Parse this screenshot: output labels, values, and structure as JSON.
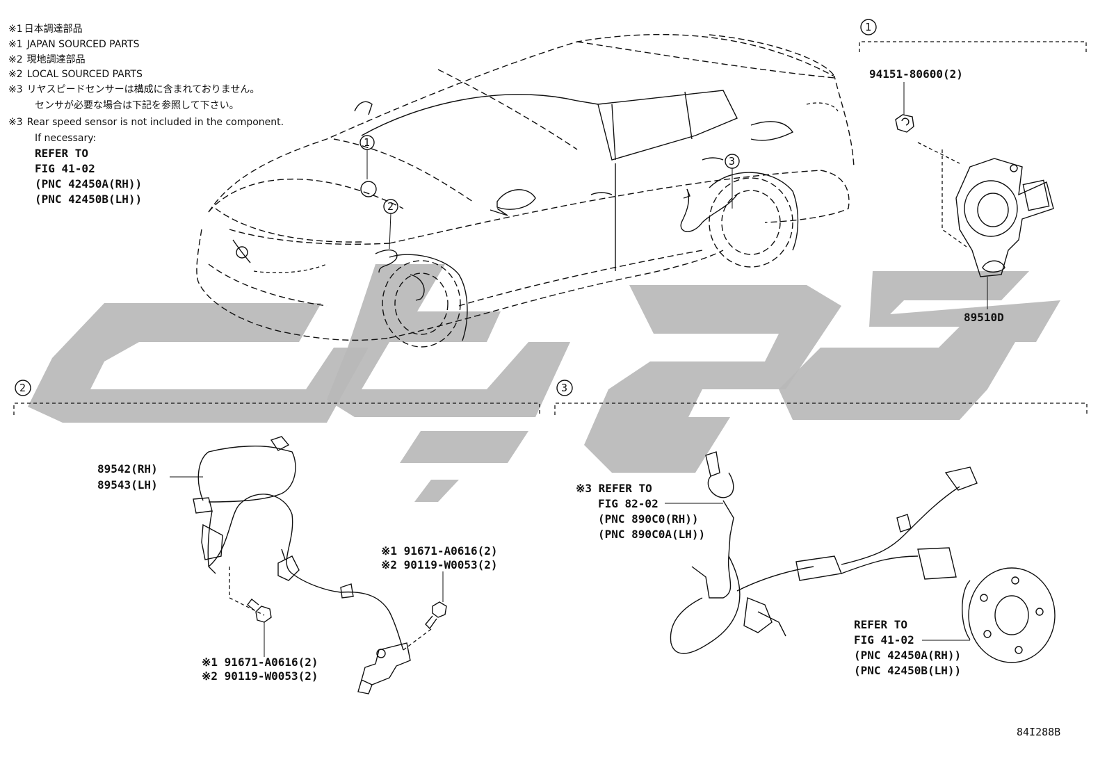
{
  "notes": [
    {
      "mark": "※1",
      "text": "日本調達部品"
    },
    {
      "mark": "※1",
      "text": "JAPAN SOURCED PARTS"
    },
    {
      "mark": "※2",
      "text": "現地調達部品"
    },
    {
      "mark": "※2",
      "text": "LOCAL SOURCED PARTS"
    },
    {
      "mark": "※3",
      "text": "リヤスピードセンサーは構成に含まれておりません。"
    },
    {
      "mark": "",
      "text": "センサが必要な場合は下記を参照して下さい。"
    },
    {
      "mark": "※3",
      "text": "Rear speed sensor is not included in the component."
    },
    {
      "mark": "",
      "text": "If necessary:"
    }
  ],
  "top_refer": [
    "REFER TO",
    "FIG 41-02",
    "(PNC 42450A(RH))",
    "(PNC 42450B(LH))"
  ],
  "callouts": {
    "c1": "1",
    "c2": "2",
    "c3": "3"
  },
  "section1": {
    "nut_part": "94151-80600(2)",
    "sensor_part": "89510D"
  },
  "section2": {
    "sensor_rh": "89542(RH)",
    "sensor_lh": "89543(LH)",
    "bolt_a_1": "※1  91671-A0616(2)",
    "bolt_a_2": "※2  90119-W0053(2)",
    "bolt_b_1": "※1  91671-A0616(2)",
    "bolt_b_2": "※2  90119-W0053(2)"
  },
  "section3": {
    "refer_a": [
      "※3 REFER TO",
      "FIG 82-02",
      "(PNC 890C0(RH))",
      "(PNC 890C0A(LH))"
    ],
    "refer_b": [
      "REFER TO",
      "FIG 41-02",
      "(PNC 42450A(RH))",
      "(PNC 42450B(LH))"
    ]
  },
  "figure_code": "84I288B",
  "watermark": {
    "shape": "large gray stylized logo",
    "color": "#b9b9b9"
  }
}
